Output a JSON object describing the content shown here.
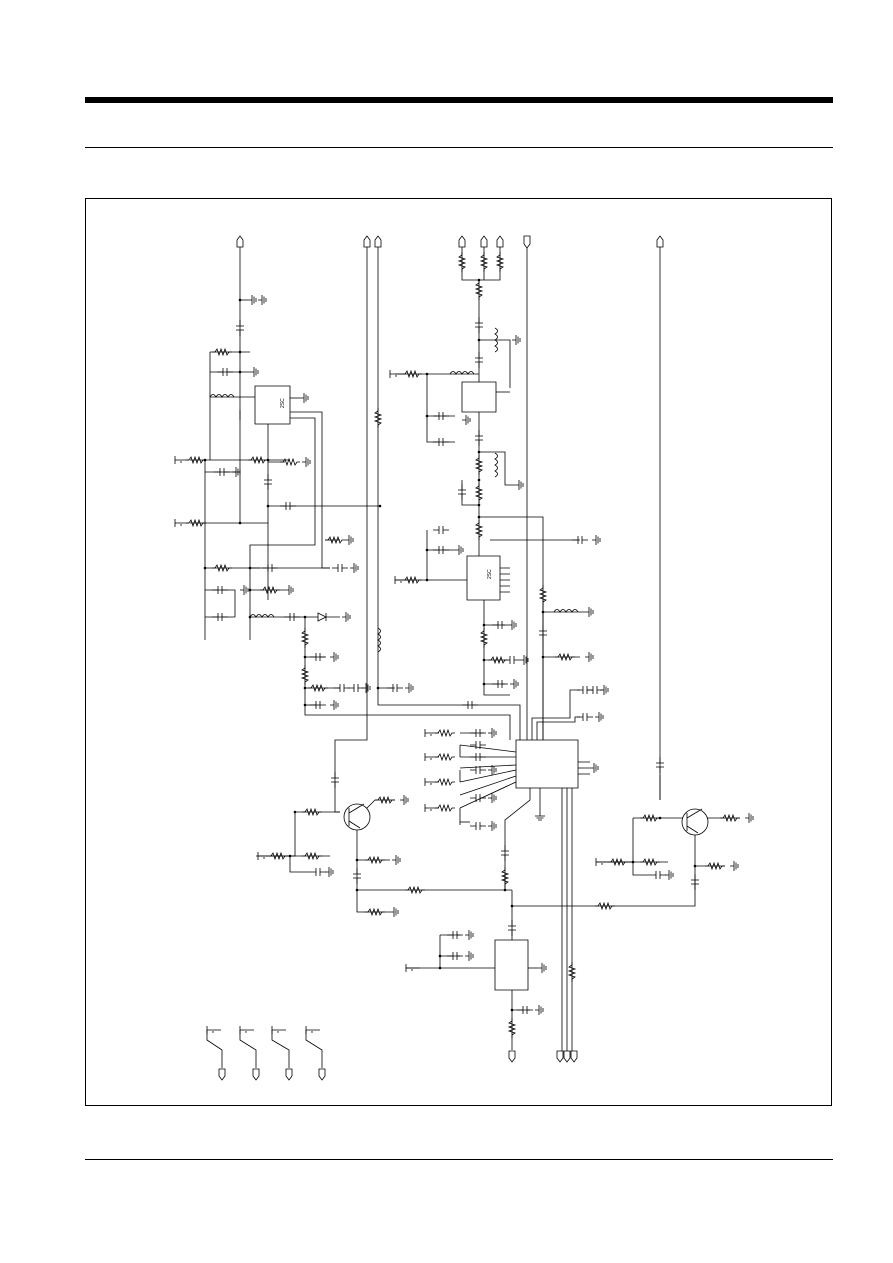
{
  "diagram": {
    "type": "rf-schematic",
    "labels": {
      "u1": "2SC",
      "u2": "2SC"
    }
  },
  "colors": {
    "wire": "#000000",
    "component": "#333333",
    "background": "#ffffff"
  }
}
